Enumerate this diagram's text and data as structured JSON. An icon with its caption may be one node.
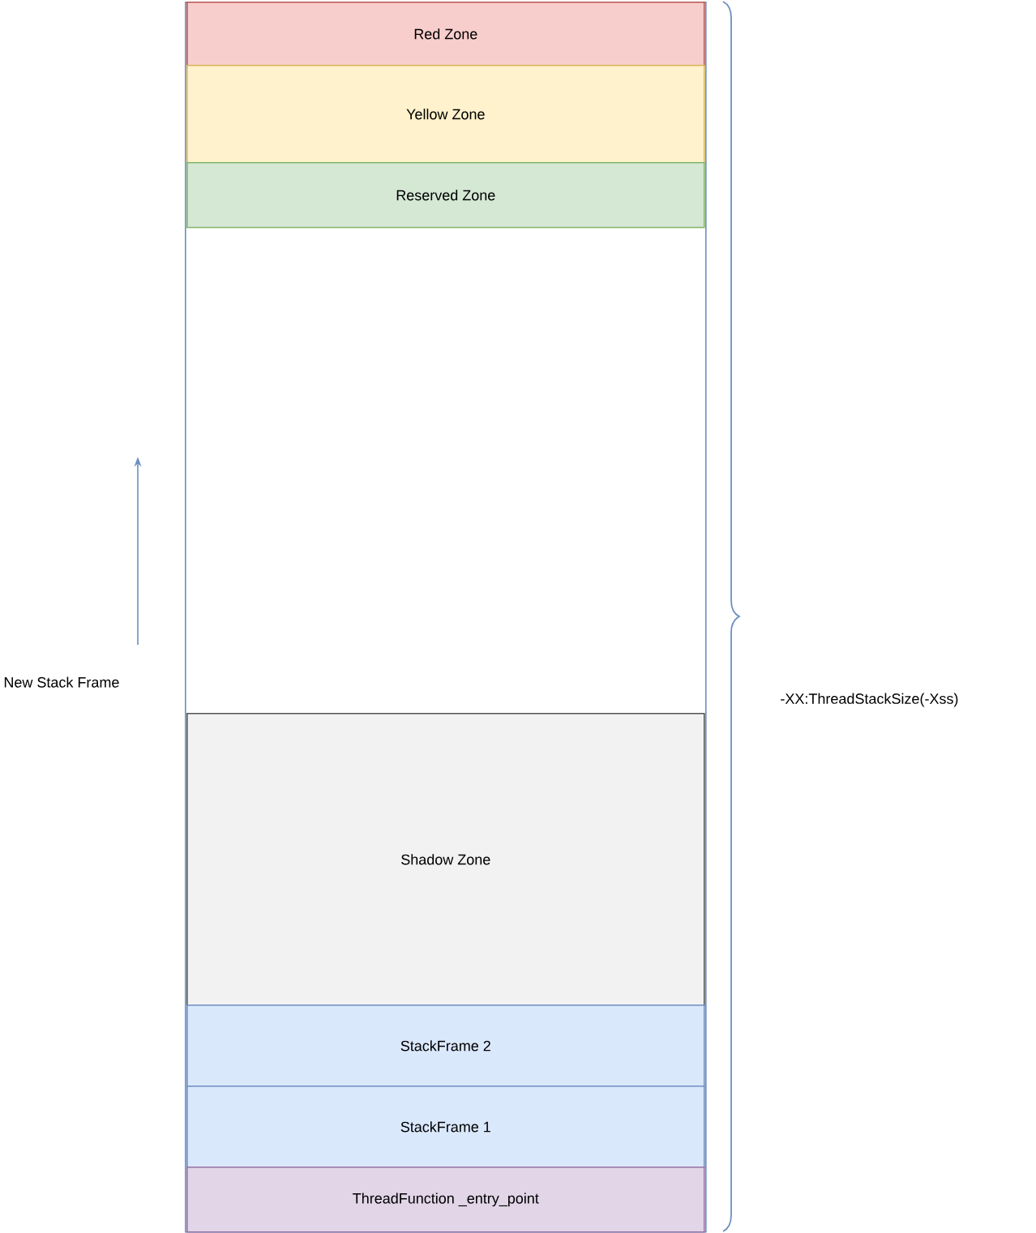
{
  "diagram": {
    "nodes": [
      {
        "text": [],
        "shape": "box"
      },
      {
        "text": [
          "Red Zone"
        ],
        "in": 0
      },
      {
        "text": [
          "Yellow Zone"
        ],
        "in": 0
      },
      {
        "text": [
          "Reserved Zone"
        ],
        "in": 0
      },
      {
        "text": [
          "Shadow Zone"
        ],
        "in": 0
      },
      {
        "text": [
          "StackFrame 2"
        ],
        "in": 0
      },
      {
        "text": [
          "StackFrame 1"
        ],
        "in": 0
      },
      {
        "text": [
          "ThreadFunction _entry_point"
        ],
        "in": 0
      }
    ],
    "edges": [],
    "labels": [
      "New Stack Frame",
      "-XX:ThreadStackSize(-Xss)"
    ]
  }
}
